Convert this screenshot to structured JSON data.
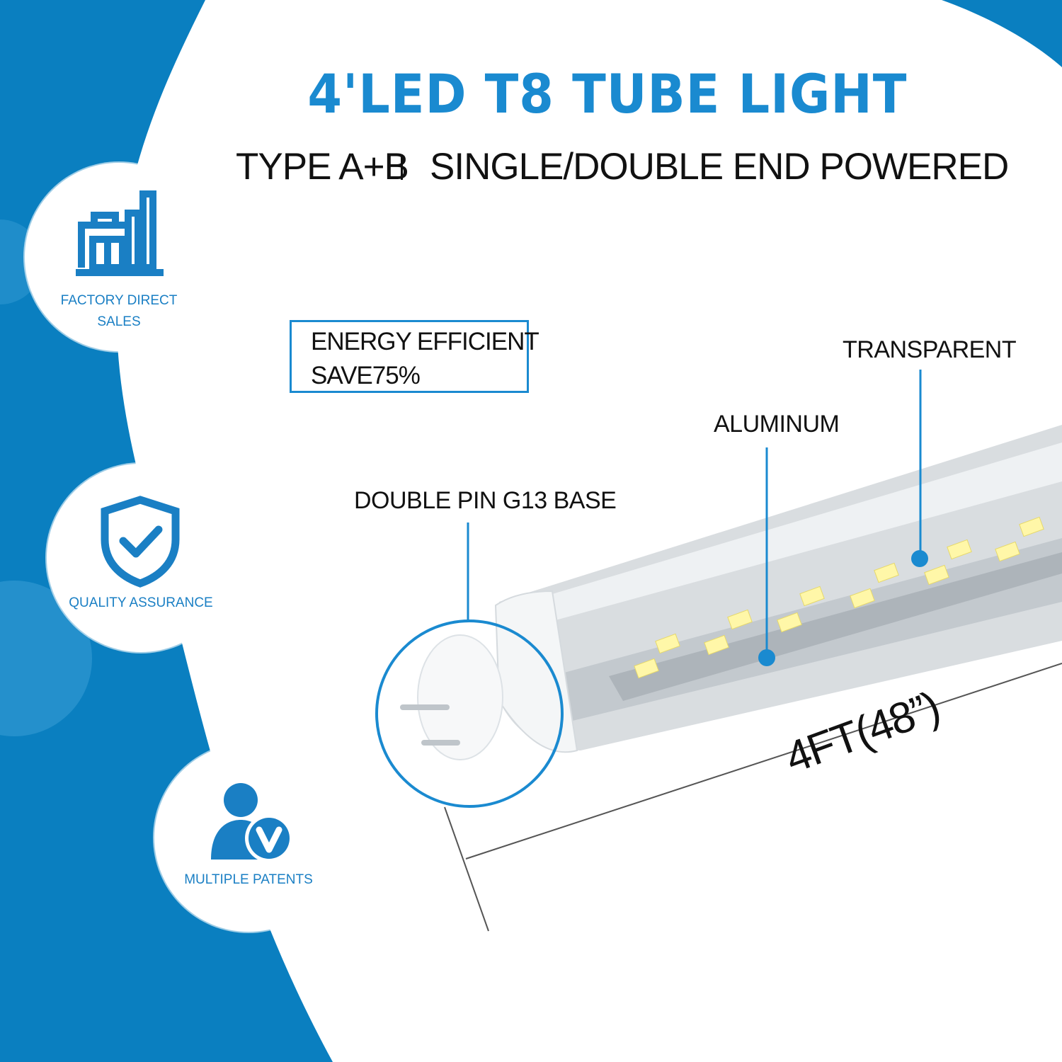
{
  "title": "4'LED T8 TUBE LIGHT",
  "subtitle": {
    "left": "TYPE A+B",
    "right": "SINGLE/DOUBLE END POWERED"
  },
  "badges": [
    {
      "label_line1": "FACTORY DIRECT",
      "label_line2": "SALES",
      "icon": "factory-icon"
    },
    {
      "label_line1": "QUALITY ASSURANCE",
      "icon": "shield-check-icon"
    },
    {
      "label_line1": "MULTIPLE PATENTS",
      "icon": "patent-person-icon"
    }
  ],
  "energy": {
    "line1": "ENERGY EFFICIENT",
    "line2": "SAVE75%"
  },
  "callouts": {
    "base": "DOUBLE PIN G13 BASE",
    "aluminum": "ALUMINUM",
    "transparent": "TRANSPARENT"
  },
  "length": "4FT(48”)",
  "colors": {
    "brand_blue": "#1a8ad0",
    "background_blue": "#0a7fc0",
    "icon_blue": "#1a7fc4",
    "led_yellow": "#fff7a8"
  }
}
